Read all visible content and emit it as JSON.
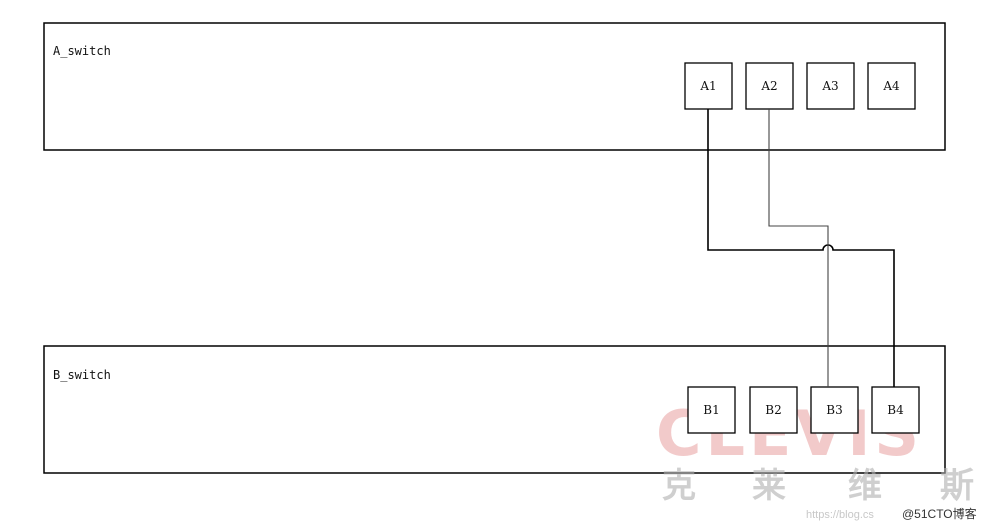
{
  "switches": {
    "a": {
      "name": "A_switch",
      "ports": [
        "A1",
        "A2",
        "A3",
        "A4"
      ]
    },
    "b": {
      "name": "B_switch",
      "ports": [
        "B1",
        "B2",
        "B3",
        "B4"
      ]
    }
  },
  "links": [
    {
      "from": "A1",
      "to": "B4"
    },
    {
      "from": "A2",
      "to": "B3"
    }
  ],
  "watermark": {
    "brand": "CLEVIS",
    "brand_cn": [
      "克",
      "莱",
      "维",
      "斯"
    ],
    "url": "https://blog.cs",
    "blog": "@51CTO博客"
  },
  "colors": {
    "line": "#000000",
    "watermark_brand": "#e8a0a0",
    "watermark_cn": "#b0b0b0"
  }
}
